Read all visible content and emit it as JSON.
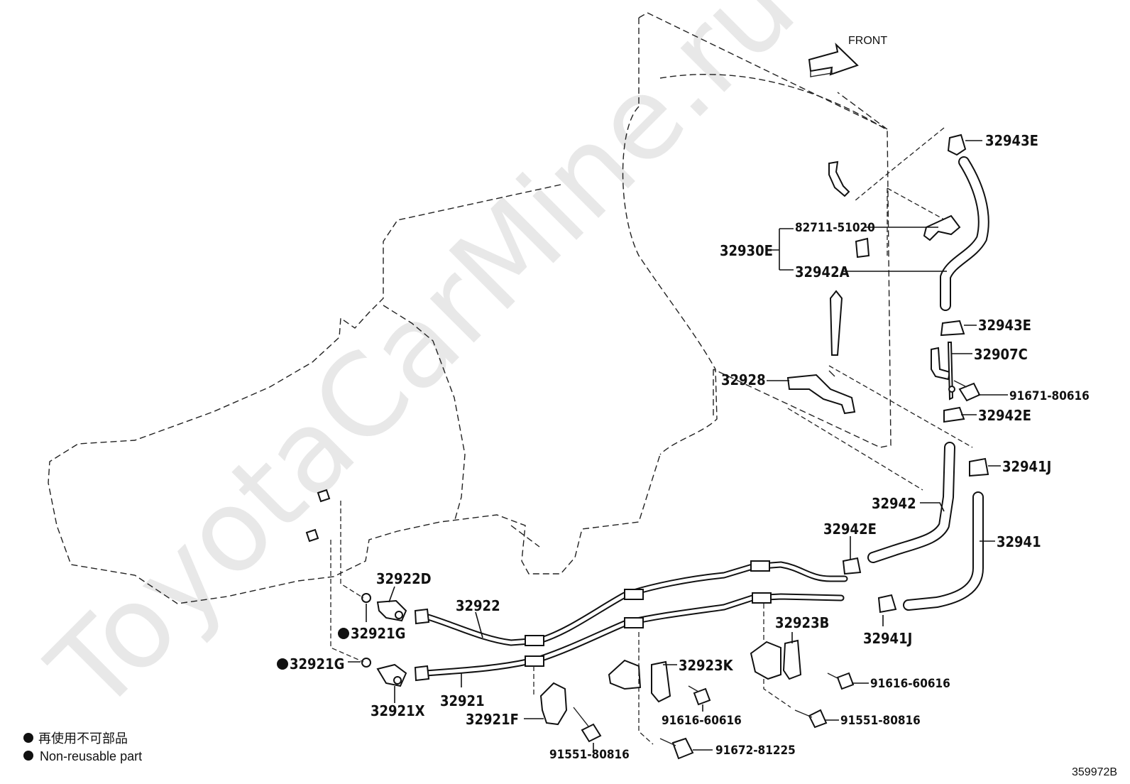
{
  "watermark": "ToyotaCarMine.ru",
  "front_label": "FRONT",
  "callouts": {
    "p32943E_top": "32943E",
    "p82711": "82711-51020",
    "p32930E": "32930E",
    "p32942A": "32942A",
    "p32943E_mid": "32943E",
    "p32907C": "32907C",
    "p91671": "91671-80616",
    "p32928": "32928",
    "p32942E_top": "32942E",
    "p32941J_top": "32941J",
    "p32942": "32942",
    "p32942E_mid": "32942E",
    "p32941": "32941",
    "p32922D": "32922D",
    "p32922": "32922",
    "p32921G_a": "32921G",
    "p32921G_b": "32921G",
    "p32921X": "32921X",
    "p32921": "32921",
    "p32921F": "32921F",
    "p32923K": "32923K",
    "p32923B": "32923B",
    "p32941J_bot": "32941J",
    "p91616_a": "91616-60616",
    "p91616_b": "91616-60616",
    "p91551_a": "91551-80816",
    "p91551_b": "91551-80816",
    "p91672": "91672-81225"
  },
  "legend": {
    "line_jp": "再使用不可部品",
    "line_en": "Non-reusable part"
  },
  "figure_code": "359972B"
}
